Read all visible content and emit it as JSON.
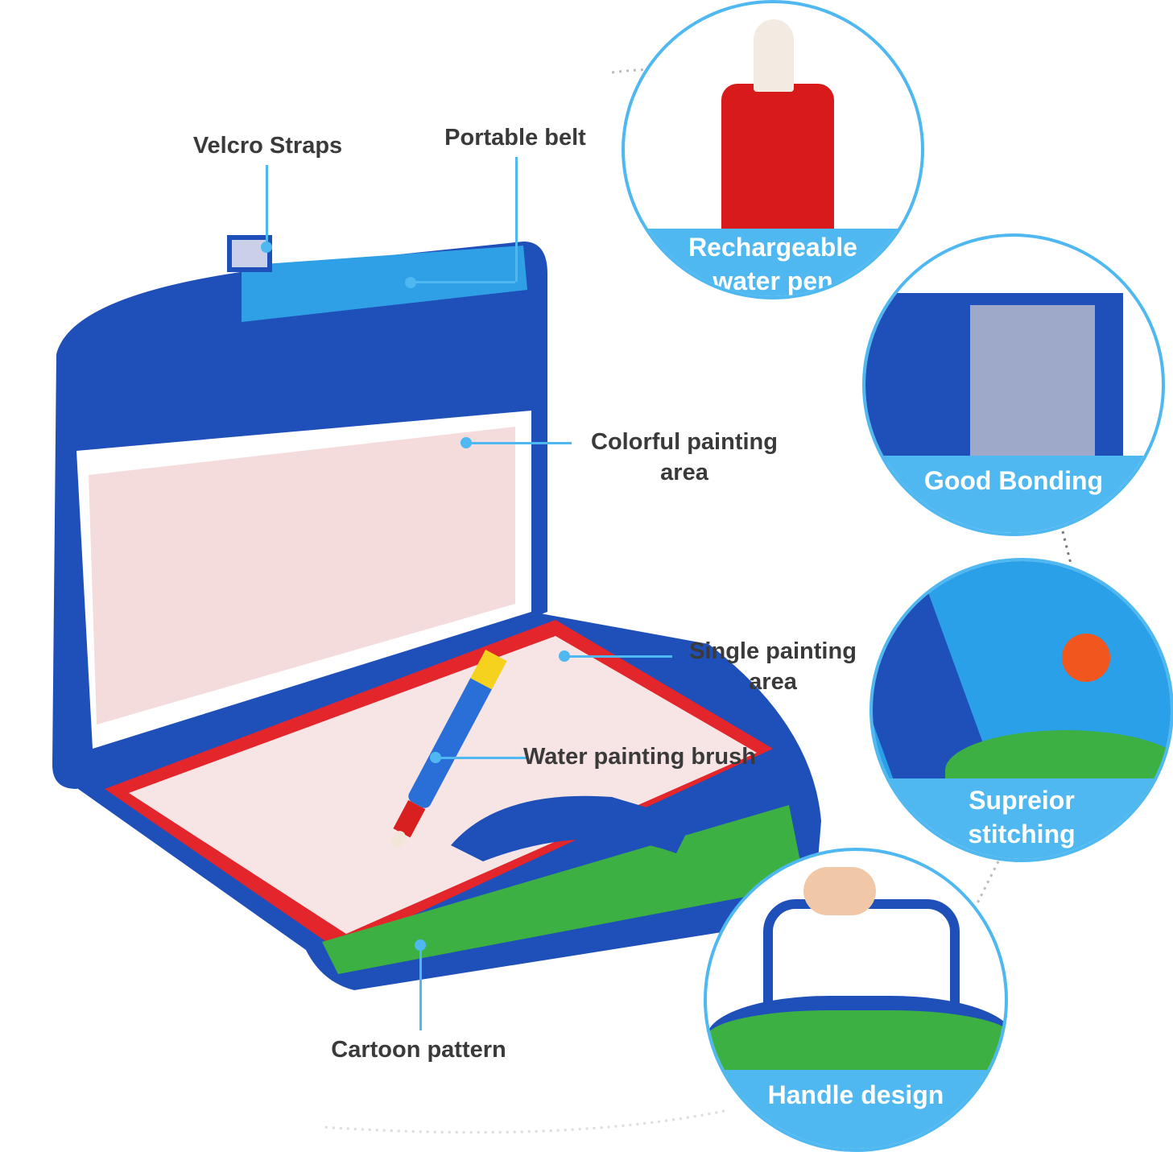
{
  "annotations": {
    "velcro_straps": "Velcro Straps",
    "portable_belt": "Portable belt",
    "colorful_area_1": "Colorful painting",
    "colorful_area_2": "area",
    "single_area_1": "Single painting",
    "single_area_2": "area",
    "water_brush": "Water painting brush",
    "cartoon_pattern": "Cartoon pattern"
  },
  "features": [
    {
      "line1": "Rechargeable",
      "line2": "water pen"
    },
    {
      "line1": "Good Bonding"
    },
    {
      "line1": "Supreior",
      "line2": "stitching"
    },
    {
      "line1": "Handle design"
    }
  ],
  "colors": {
    "accent": "#4fb8f0",
    "bag_blue": "#1f4fb8",
    "board": "#f7dede"
  }
}
